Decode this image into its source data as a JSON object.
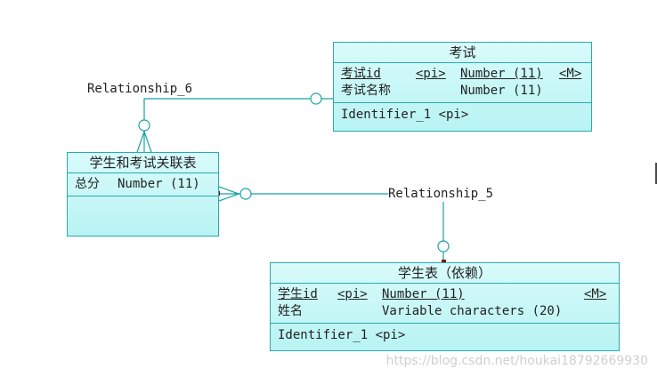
{
  "entities": {
    "exam": {
      "title": "考试",
      "attributes": [
        {
          "name": "考试id",
          "key": "<pi>",
          "type": "Number (11)",
          "flag": "<M>"
        },
        {
          "name": "考试名称",
          "key": "",
          "type": "Number (11)",
          "flag": ""
        }
      ],
      "identifier": "Identifier_1  <pi>"
    },
    "link": {
      "title": "学生和考试关联表",
      "attributes": [
        {
          "name": "总分",
          "type": "Number (11)"
        }
      ]
    },
    "student": {
      "title": "学生表（依赖）",
      "attributes": [
        {
          "name": "学生id",
          "key": "<pi>",
          "type": "Number (11)",
          "flag": "<M>"
        },
        {
          "name": "姓名",
          "key": "",
          "type": "Variable characters (20)",
          "flag": ""
        }
      ],
      "identifier": "Identifier_1  <pi>"
    }
  },
  "relationships": {
    "rel6": "Relationship_6",
    "rel5": "Relationship_5"
  },
  "colors": {
    "entity_border": "#2aa9b0",
    "entity_fill": "#c8f7f7",
    "line": "#19a3a3",
    "marker": "#8b0000"
  },
  "watermark": "https://blog.csdn.net/houkai18792669930"
}
